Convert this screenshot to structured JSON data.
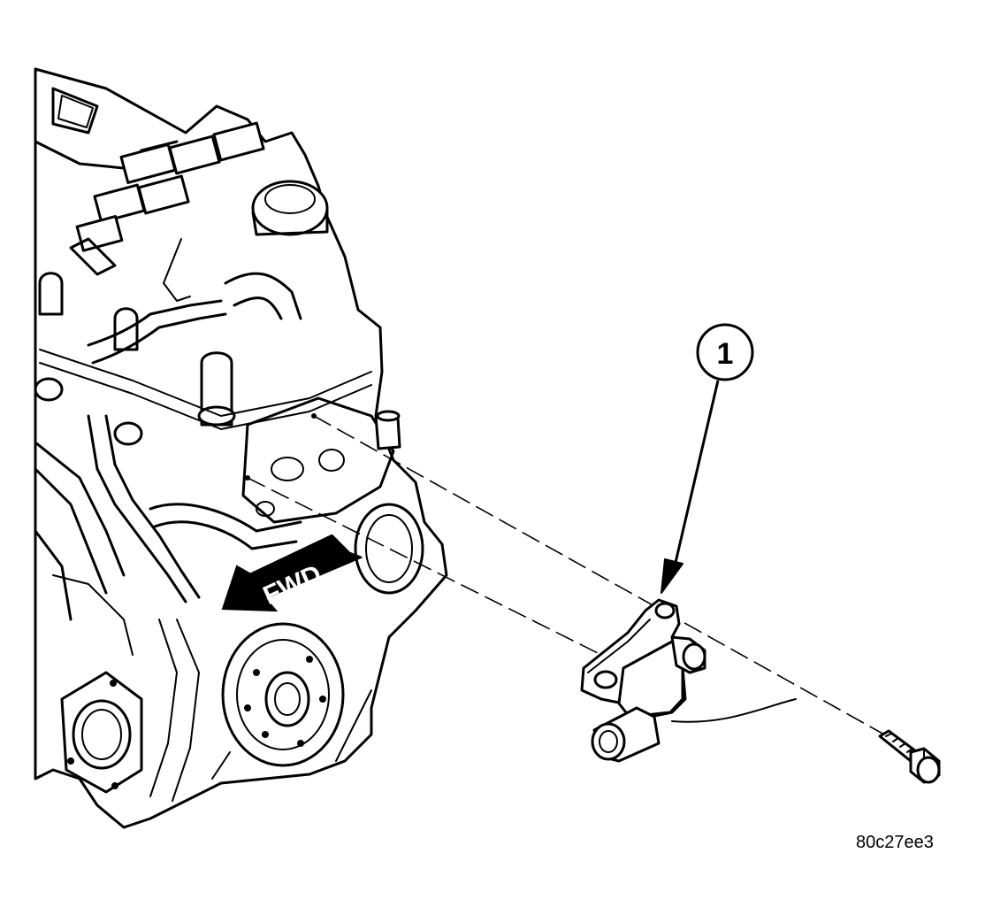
{
  "callout": {
    "number": "1"
  },
  "direction_label": "FWD",
  "figure_code": "80c27ee3"
}
